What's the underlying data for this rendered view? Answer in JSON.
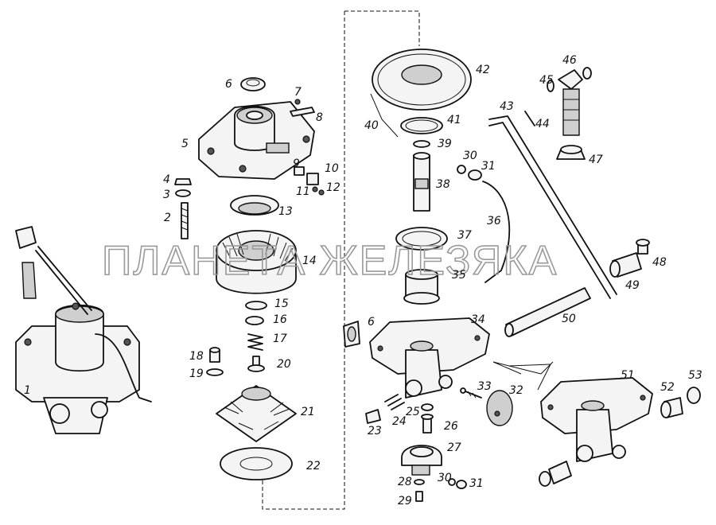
{
  "watermark": "ПЛАНЕТА ЖЕЛЕЗЯКА",
  "labels": [
    "1",
    "2",
    "3",
    "4",
    "5",
    "6",
    "7",
    "8",
    "9",
    "10",
    "11",
    "12",
    "13",
    "14",
    "15",
    "16",
    "17",
    "18",
    "19",
    "20",
    "21",
    "22",
    "6",
    "23",
    "24",
    "25",
    "26",
    "27",
    "28",
    "29",
    "30",
    "31",
    "30",
    "31",
    "32",
    "33",
    "34",
    "35",
    "36",
    "37",
    "38",
    "39",
    "40",
    "41",
    "42",
    "43",
    "44",
    "45",
    "46",
    "47",
    "48",
    "49",
    "50",
    "51",
    "52",
    "53"
  ]
}
